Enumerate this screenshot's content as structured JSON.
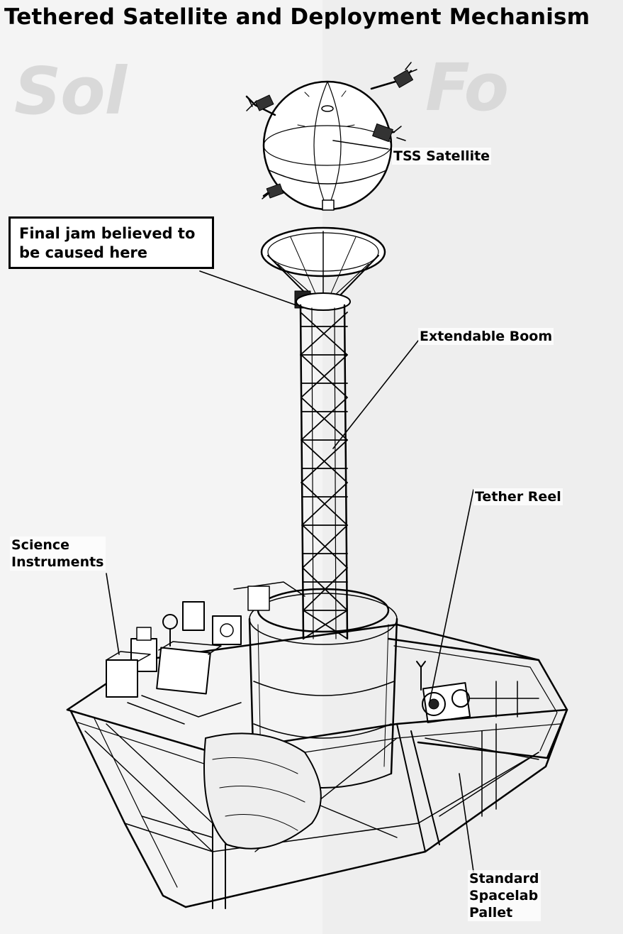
{
  "title": "Tethered Satellite and Deployment Mechanism",
  "callout": {
    "line1": "Final jam believed to",
    "line2": "be caused here"
  },
  "labels": {
    "tss_satellite": "TSS Satellite",
    "extendable_boom": "Extendable Boom",
    "tether_reel": "Tether Reel",
    "science_instruments_line1": "Science",
    "science_instruments_line2": "Instruments",
    "pallet_line1": "Standard",
    "pallet_line2": "Spacelab",
    "pallet_line3": "Pallet"
  },
  "colors": {
    "ink": "#000000",
    "background": "#ffffff",
    "show_through": "#d9d9d9"
  }
}
